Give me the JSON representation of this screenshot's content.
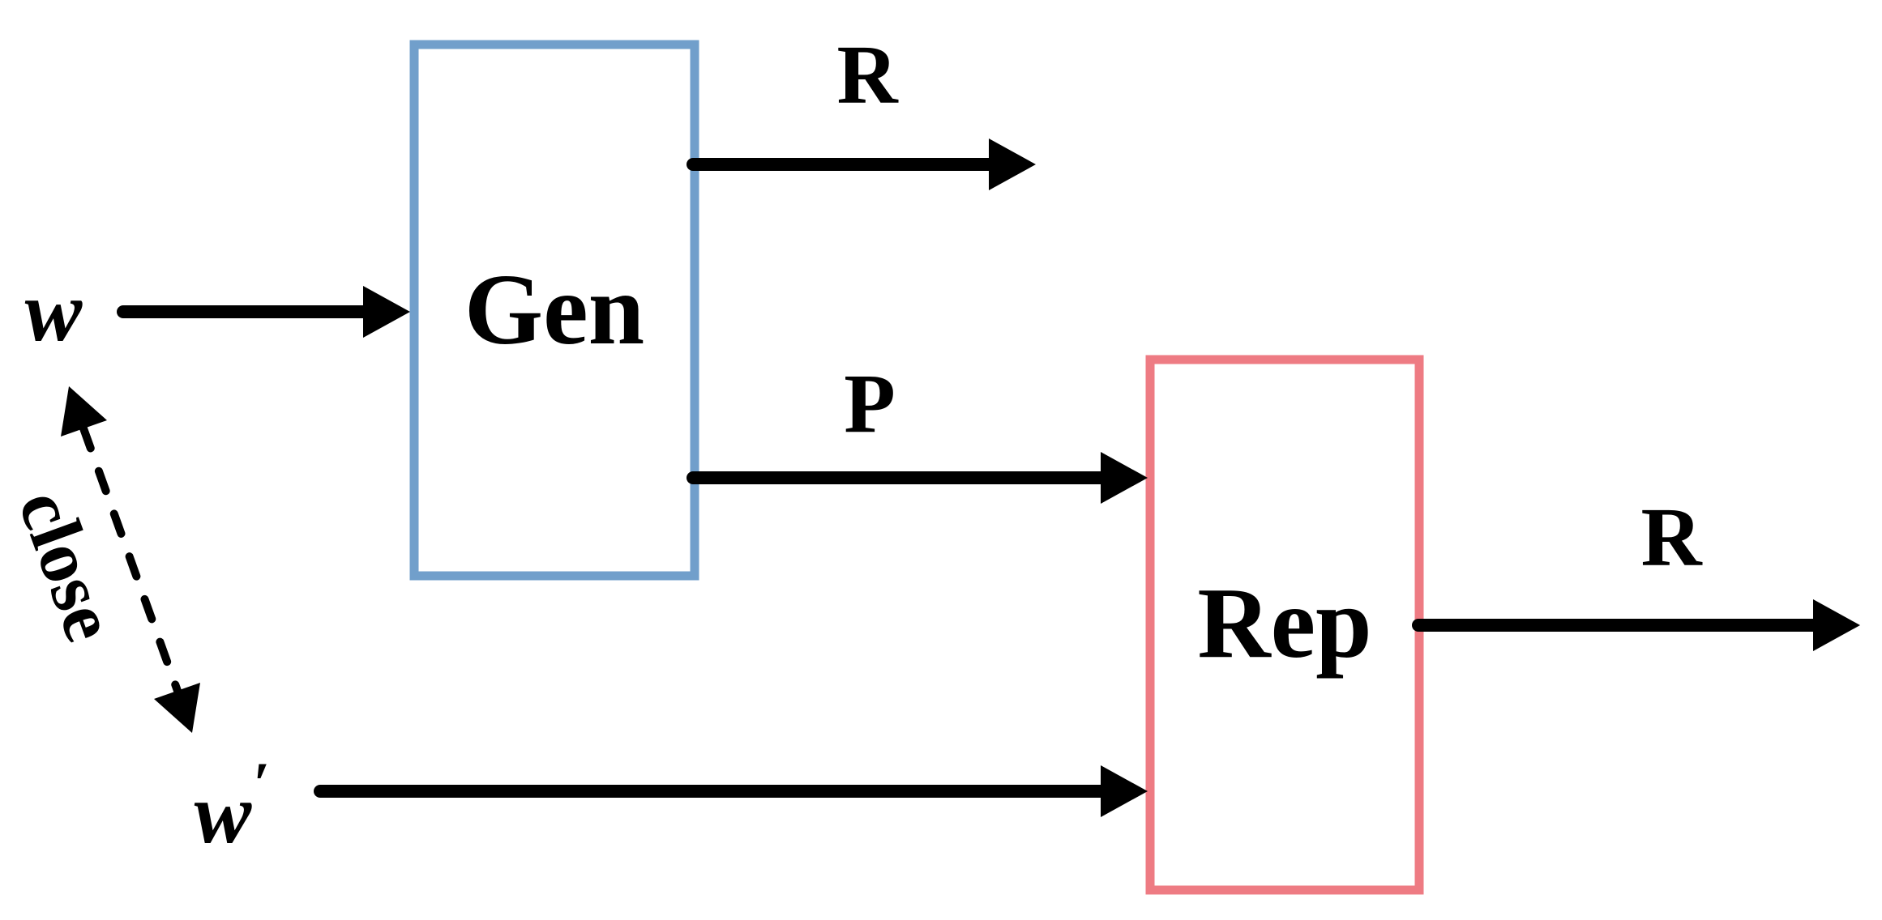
{
  "colors": {
    "background": "#FFFFFF",
    "arrow": "#000000",
    "text": "#000000",
    "gen_border": "#719FCB",
    "rep_border": "#EE7B83"
  },
  "nodes": {
    "gen": {
      "label": "Gen"
    },
    "rep": {
      "label": "Rep"
    }
  },
  "labels": {
    "input_w": "w",
    "input_w_prime_base": "w",
    "input_w_prime_mark": "′",
    "gen_output_top": "R",
    "gen_to_rep": "P",
    "rep_output": "R",
    "relation": "close"
  }
}
